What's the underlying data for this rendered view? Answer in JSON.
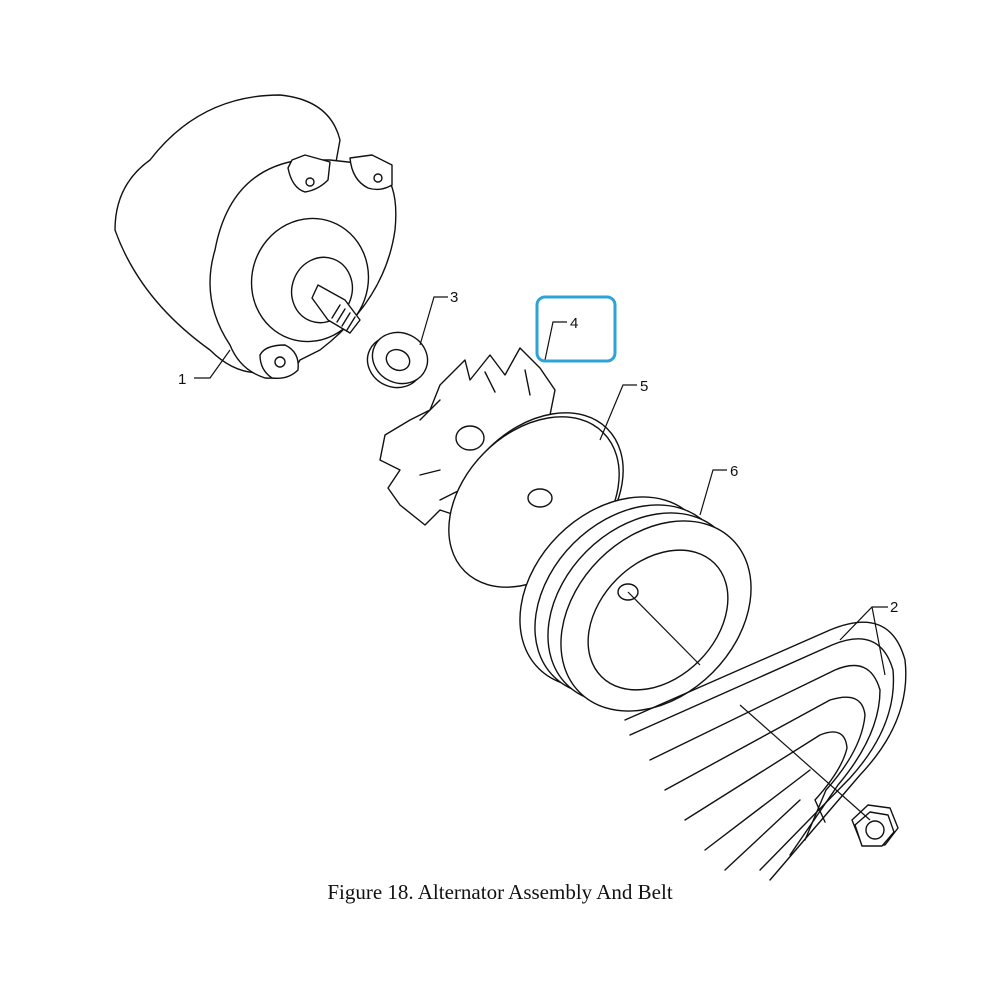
{
  "figure": {
    "caption": "Figure 18. Alternator Assembly And Belt"
  },
  "callouts": [
    {
      "id": "1",
      "label": "1"
    },
    {
      "id": "2",
      "label": "2"
    },
    {
      "id": "3",
      "label": "3"
    },
    {
      "id": "4",
      "label": "4",
      "highlighted": true
    },
    {
      "id": "5",
      "label": "5"
    },
    {
      "id": "6",
      "label": "6"
    }
  ],
  "colors": {
    "line": "#111111",
    "highlight": "#2ea3d6",
    "background": "#ffffff"
  }
}
